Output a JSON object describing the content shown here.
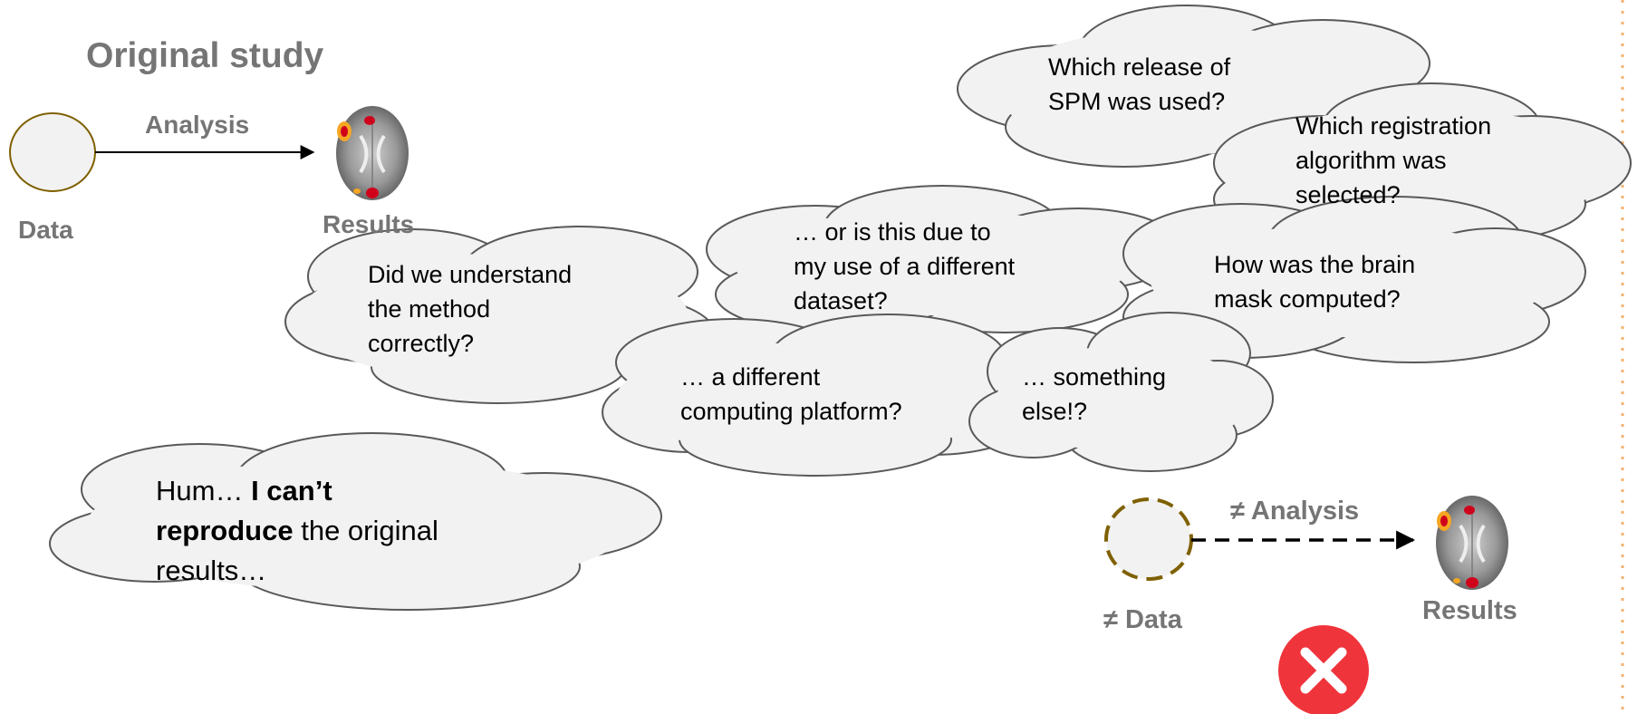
{
  "colors": {
    "cloud_fill": "#f2f2f2",
    "cloud_stroke": "#595959",
    "label_gray": "#757575",
    "data_circle_stroke": "#7f6000",
    "error_red": "#f0343c",
    "dotted_border": "#f6b26b"
  },
  "original": {
    "title": "Original study",
    "analysis_label": "Analysis",
    "data_label": "Data",
    "results_label": "Results"
  },
  "reproduction": {
    "analysis_label": "≠ Analysis",
    "data_label": "≠ Data",
    "results_label": "Results",
    "status_icon": "error-x-icon"
  },
  "clouds": {
    "release": [
      "Which release of",
      "SPM was used?"
    ],
    "registration": [
      "Which registration",
      "algorithm was",
      "selected?"
    ],
    "dataset": [
      "… or is this due to",
      "my use of a different",
      "dataset?"
    ],
    "brain_mask": [
      "How was the brain",
      "mask computed?"
    ],
    "method": [
      "Did we understand",
      "the method",
      "correctly?"
    ],
    "platform": [
      "… a different",
      "computing platform?"
    ],
    "something_else": [
      "… something",
      "else!?"
    ],
    "hum": {
      "prefix": "Hum… ",
      "bold1": "I can’t",
      "bold2": "reproduce",
      "rest2": " the original",
      "line3": "results…"
    }
  }
}
